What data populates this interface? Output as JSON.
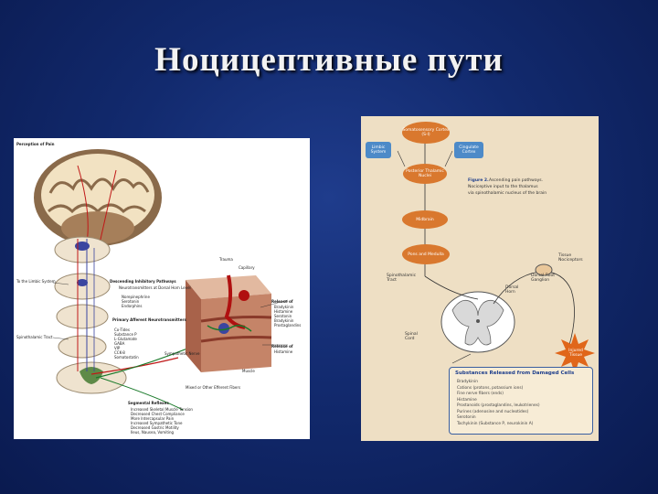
{
  "slide": {
    "title": "Ноцицептивные пути"
  },
  "left_figure": {
    "labels": {
      "perception": "Perception of Pain",
      "limbic": "To the Limbic System",
      "descending": "Descending Inhibitory Pathways",
      "neurotransmitters_head": "Neurotransmitters at Dorsal Horn Level",
      "nt1": "Norepinephrine",
      "nt2": "Serotonin",
      "nt3": "Endorphins",
      "primary_afferents": "Primary Afferent Neurotransmitters",
      "pa_cotides": "Co-Tides",
      "pa1": "Substance P",
      "pa2": "L-Glutamate",
      "pa3": "GABA",
      "pa4": "VIP",
      "pa5": "CCK-8",
      "pa6": "Somatostatin",
      "spinothalamic": "Spinothalamic Tract",
      "segmental": "Segmental Reflexes",
      "sr1": "Increased Skeletal Muscle Tension",
      "sr2": "Decreased Chest Compliance",
      "sr3": "More Intercapsular Pain",
      "sr4": "Increased Sympathetic Tone",
      "sr5": "Decreased Gastric Motility",
      "sr6": "Ileus, Nausea, Vomiting",
      "trauma": "Trauma",
      "capillary": "Capillary",
      "release_head": "Release of",
      "rl1": "Bradykinin",
      "rl2": "Histamine",
      "rl3": "Serotonin",
      "rl4": "Bradykinin",
      "rl5": "Prostaglandins",
      "release_head2": "Release of",
      "rl6": "Histamine",
      "sympathetic": "Sympathetic Nerve",
      "muscle": "Muscle",
      "afferent": "Mixed or Other Efferent Fibers"
    }
  },
  "right_figure": {
    "nodes": {
      "sensory": "Somatosensory Cortex (S-I)",
      "limbic": "Limbic System",
      "cingulate": "Cingulate Cortex",
      "thalamus": "Posterior Thalamic Nuclei",
      "midbrain": "Midbrain",
      "pons": "Pons and Medulla",
      "spinothalamic": "Spinothalamic Tract",
      "dorsal_horn": "Dorsal Horn",
      "dorsal_root": "Dorsal Root Ganglion",
      "spinal_cord": "Spinal Cord",
      "nociceptors": "Tissue Nociceptors",
      "injury": "Injured Tissue"
    },
    "caption": {
      "fig_label": "Figure 2.",
      "line1": "Ascending pain pathways.",
      "line2": "Nociceptive input to the thalamus",
      "line3": "via spinothalamic nucleus of the brain"
    },
    "legend": {
      "title": "Substances Released from Damaged Cells",
      "items": [
        "Bradykinin",
        "Cations (protons, potassium ions)",
        "Fine nerve fibers (ends)",
        "Histamine",
        "Prostanoids (prostaglandins, leukotrienes)",
        "Purines (adenosine and nucleotides)",
        "Serotonin",
        "Tachykinin (Substance P, neurokinin A)"
      ]
    },
    "colors": {
      "pathway": "#d9782e",
      "limbic": "#4d8ac8",
      "background": "#eedfc4"
    }
  }
}
